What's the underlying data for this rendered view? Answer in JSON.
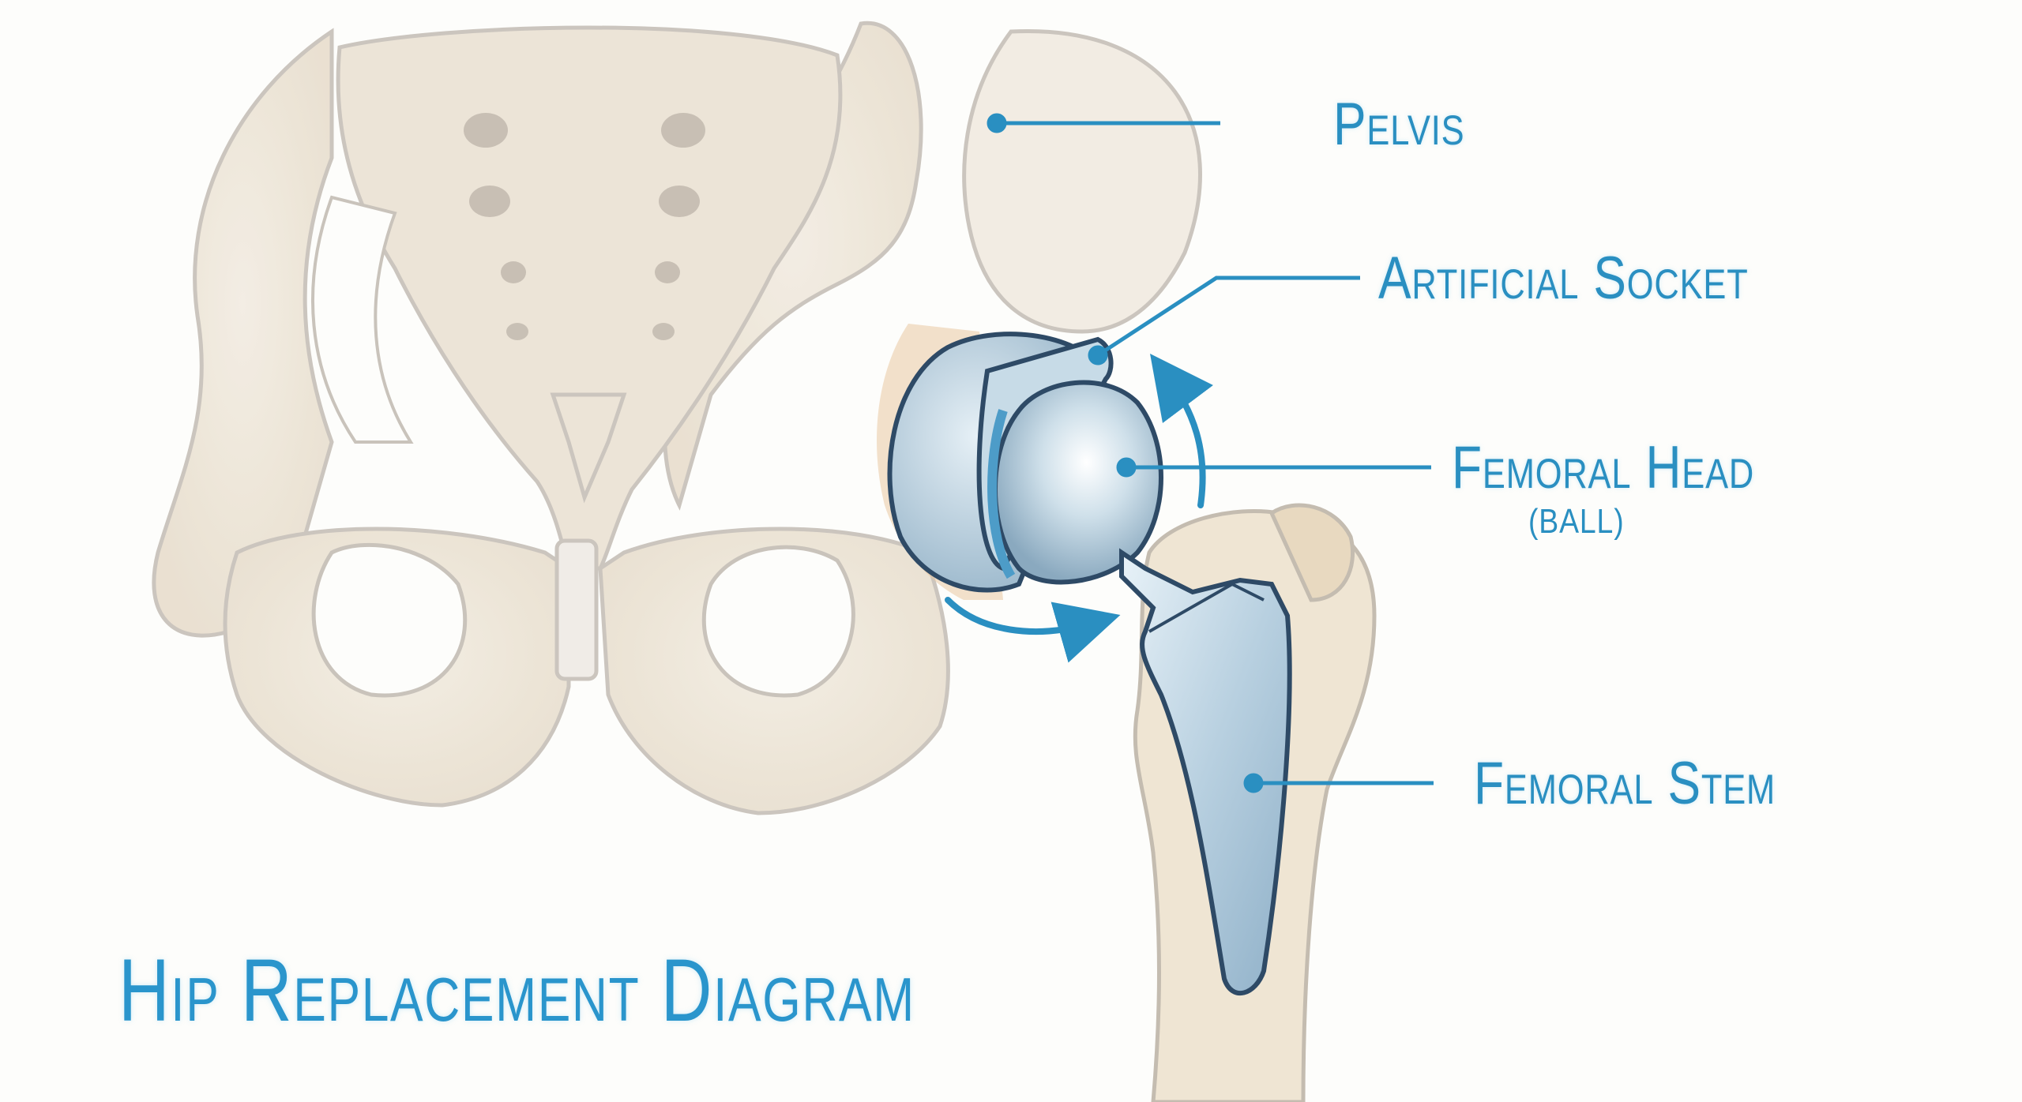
{
  "diagram": {
    "title": "Hip Replacement Diagram",
    "accent_color": "#2a8fc1",
    "bone_color": "#efe8dc",
    "implant_color": "#b9d3e3",
    "labels": [
      {
        "id": "pelvis",
        "text": "Pelvis",
        "sub": null
      },
      {
        "id": "artificial-socket",
        "text": "Artificial Socket",
        "sub": null
      },
      {
        "id": "femoral-head",
        "text": "Femoral Head",
        "sub": "(BALL)"
      },
      {
        "id": "femoral-stem",
        "text": "Femoral Stem",
        "sub": null
      }
    ],
    "annotations": {
      "rotation_arrows": 2
    }
  }
}
